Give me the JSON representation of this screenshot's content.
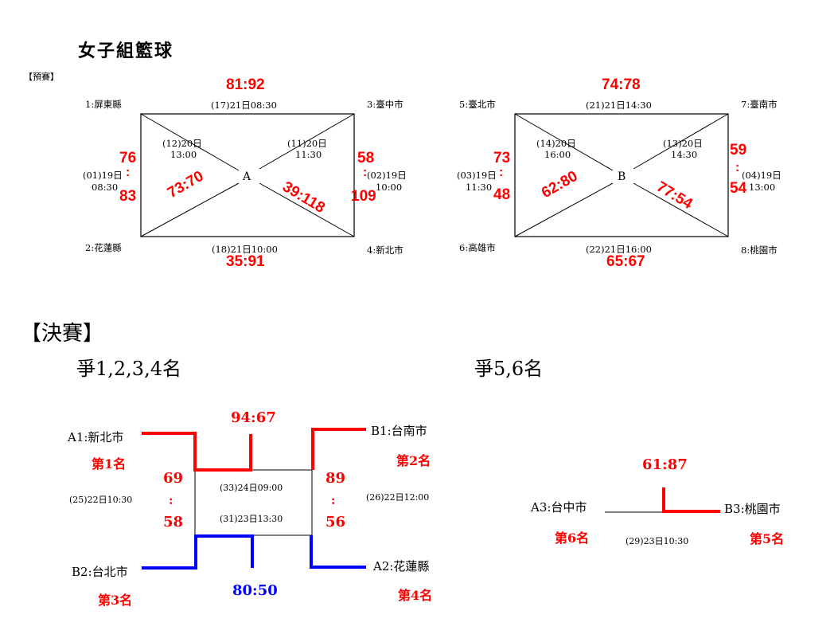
{
  "title": "女子組籃球",
  "prelim_label": "【預賽】",
  "groupA": {
    "letter": "A",
    "teams": {
      "t1": "1:屏東縣",
      "t2": "2:花蓮縣",
      "t3": "3:臺中市",
      "t4": "4:新北市"
    },
    "games": {
      "g17": {
        "label": "(17)21日08:30",
        "score": "81:92"
      },
      "g18": {
        "label": "(18)21日10:00",
        "score": "35:91"
      },
      "g12": {
        "label1": "(12)20日",
        "label2": "13:00",
        "score": "73:70"
      },
      "g11": {
        "label1": "(11)20日",
        "label2": "11:30",
        "score": "39:118"
      },
      "g01": {
        "label1": "(01)19日",
        "label2": "08:30",
        "score_top": "76",
        "colon": ":",
        "score_bottom": "83"
      },
      "g02": {
        "label1": "(02)19日",
        "label2": "10:00",
        "score_top": "58",
        "colon": ":",
        "score_bottom": "109"
      }
    }
  },
  "groupB": {
    "letter": "B",
    "teams": {
      "t5": "5:臺北市",
      "t6": "6:高雄市",
      "t7": "7:臺南市",
      "t8": "8:桃園市"
    },
    "games": {
      "g21": {
        "label": "(21)21日14:30",
        "score": "74:78"
      },
      "g22": {
        "label": "(22)21日16:00",
        "score": "65:67"
      },
      "g14": {
        "label1": "(14)20日",
        "label2": "16:00",
        "score": "62:80"
      },
      "g13": {
        "label1": "(13)20日",
        "label2": "14:30",
        "score": "77:54"
      },
      "g03": {
        "label1": "(03)19日",
        "label2": "11:30",
        "score_top": "73",
        "colon": ":",
        "score_bottom": "48"
      },
      "g04": {
        "label1": "(04)19日",
        "label2": "13:00",
        "score_top": "59",
        "colon": ":",
        "score_bottom": "54"
      }
    }
  },
  "finals": {
    "heading": "【決賽】",
    "bracket1": {
      "heading": "爭1,2,3,4名",
      "a1": "A1:新北市",
      "b1": "B1:台南市",
      "b2": "B2:台北市",
      "a2": "A2:花蓮縣",
      "rank1": "第1名",
      "rank2": "第2名",
      "rank3": "第3名",
      "rank4": "第4名",
      "g25_label": "(25)22日10:30",
      "g25_top": "69",
      "g25_colon": ":",
      "g25_bottom": "58",
      "g26_label": "(26)22日12:00",
      "g26_top": "89",
      "g26_colon": ":",
      "g26_bottom": "56",
      "g33_label": "(33)24日09:00",
      "g33_score": "94:67",
      "g31_label": "(31)23日13:30",
      "g31_score": "80:50"
    },
    "bracket2": {
      "heading": "爭5,6名",
      "a3": "A3:台中市",
      "b3": "B3:桃園市",
      "rank6": "第6名",
      "rank5": "第5名",
      "g29_label": "(29)23日10:30",
      "g29_score": "61:87"
    }
  },
  "colors": {
    "winner_line": "#ff0000",
    "third_line": "#0000ff",
    "line": "#000000"
  }
}
